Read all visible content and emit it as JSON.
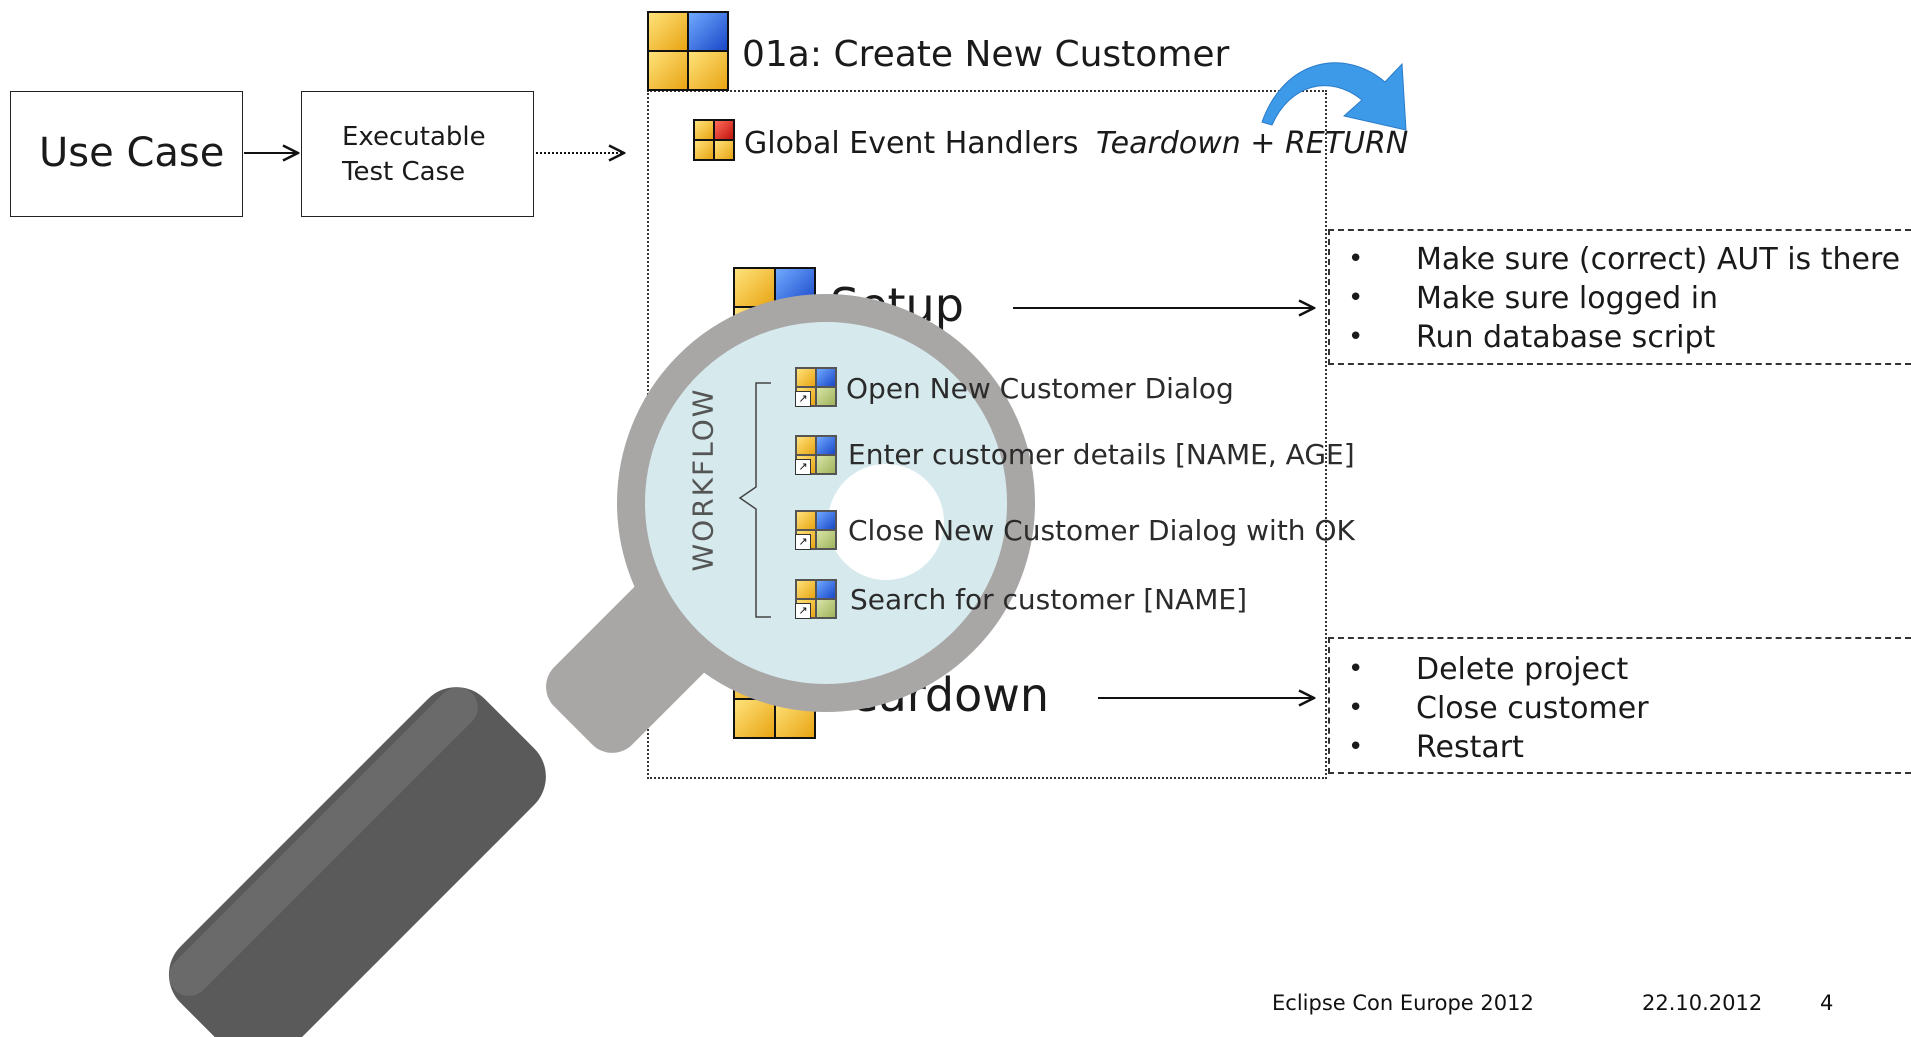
{
  "flow": {
    "use_case_label": "Use Case",
    "executable_label": "Executable\nTest Case"
  },
  "test_case": {
    "title": "01a: Create New Customer",
    "event_handlers_label": "Global Event Handlers",
    "event_handlers_detail": "Teardown + RETURN",
    "setup_label": "Setup",
    "teardown_label": "Teardown",
    "workflow_label": "WORKFLOW",
    "workflow_steps": [
      "Open New Customer Dialog",
      "Enter customer details [NAME, AGE]",
      "Close New Customer Dialog with OK",
      "Search for customer [NAME]"
    ]
  },
  "setup_notes": [
    "Make sure (correct) AUT is there",
    "Make sure logged in",
    "Run database script"
  ],
  "teardown_notes": [
    "Delete project",
    "Close customer",
    "Restart"
  ],
  "footer": {
    "event": "Eclipse Con Europe 2012",
    "date": "22.10.2012",
    "page": "4"
  },
  "colors": {
    "accent_arrow": "#3d9ae8",
    "magnifier_rim": "#a9a6a6",
    "magnifier_handle": "#5a5a5a",
    "lens_tint": "#d6eaee"
  },
  "icons": [
    "test-case-icon",
    "event-handler-icon",
    "setup-icon",
    "teardown-icon",
    "test-step-icon",
    "magnifying-glass-icon",
    "curved-arrow-icon"
  ]
}
